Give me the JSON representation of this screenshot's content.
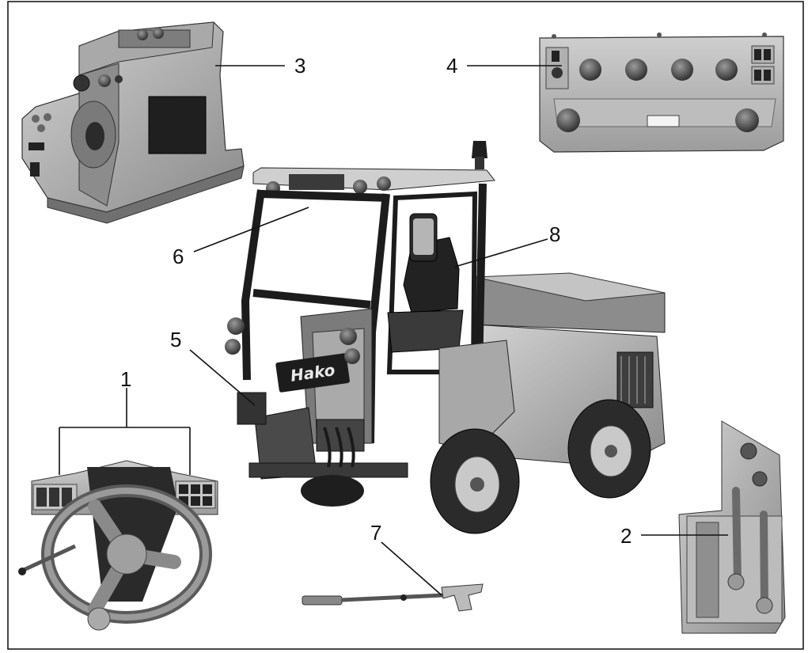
{
  "callouts": [
    {
      "id": "1",
      "label": "1"
    },
    {
      "id": "2",
      "label": "2"
    },
    {
      "id": "3",
      "label": "3"
    },
    {
      "id": "4",
      "label": "4"
    },
    {
      "id": "5",
      "label": "5"
    },
    {
      "id": "6",
      "label": "6"
    },
    {
      "id": "7",
      "label": "7"
    },
    {
      "id": "8",
      "label": "8"
    }
  ],
  "logo_text": "Hako",
  "colors": {
    "frame": "#1a1a1a",
    "body_light": "#b9b9b9",
    "body_mid": "#8f8f8f",
    "body_dark": "#555555",
    "black": "#1c1c1c",
    "leader": "#111111"
  },
  "parts": [
    {
      "name": "steering-column-console",
      "icon": "steering-wheel-icon"
    },
    {
      "name": "right-hand-lever-console",
      "icon": "lever-panel-icon"
    },
    {
      "name": "seat-side-control-console",
      "icon": "control-console-icon"
    },
    {
      "name": "roof-switch-panel",
      "icon": "roof-panel-icon"
    },
    {
      "name": "front-hydraulic-couplings",
      "icon": "hydraulic-coupling-icon"
    },
    {
      "name": "roof-mounted-part",
      "icon": "roof-part-icon"
    },
    {
      "name": "hand-tool",
      "icon": "crank-tool-icon"
    },
    {
      "name": "driver-seat",
      "icon": "seat-icon"
    }
  ]
}
